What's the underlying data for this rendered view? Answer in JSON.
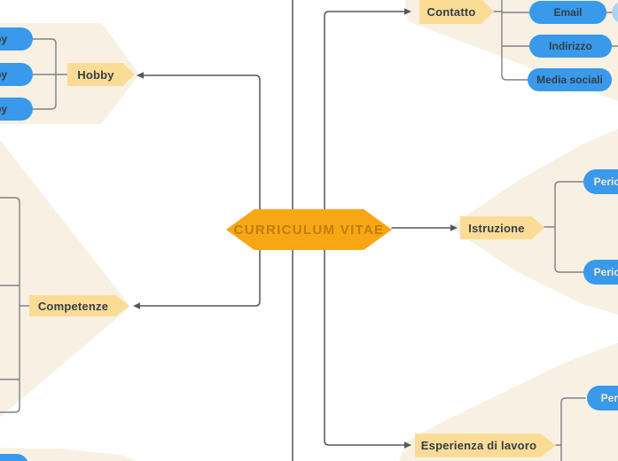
{
  "colors": {
    "center_fill": "#f7a714",
    "center_text": "#bf7d0c",
    "branch_arrow_fill": "#fadc96",
    "topic_pill_fill": "#3999ea",
    "subtopic_pill_fill": "#abd4f4",
    "background_blob_fill": "#f8f1e3",
    "dark_text": "#353e46",
    "placeholder_text": "#f8e9c7",
    "connector_line": "#54575a",
    "bracket_line": "#7e8185"
  },
  "center": {
    "label": "CURRICULUM VITAE"
  },
  "branches": {
    "contatto": {
      "label": "Contatto",
      "children": [
        {
          "label": "Email"
        },
        {
          "label": "Indirizzo"
        },
        {
          "label": "Media sociali"
        }
      ]
    },
    "istruzione": {
      "label": "Istruzione",
      "children": [
        {
          "label": "Periodo"
        },
        {
          "label": "Periodo"
        }
      ]
    },
    "esperienza_di_lavoro": {
      "label": "Esperienza di lavoro",
      "children": [
        {
          "label": "Periodo"
        }
      ]
    },
    "competenze": {
      "label": "Competenze"
    },
    "hobby": {
      "label": "Hobby",
      "children": [
        {
          "label": "Hobby"
        },
        {
          "label": "Hobby"
        },
        {
          "label": "Hobby"
        }
      ]
    }
  }
}
